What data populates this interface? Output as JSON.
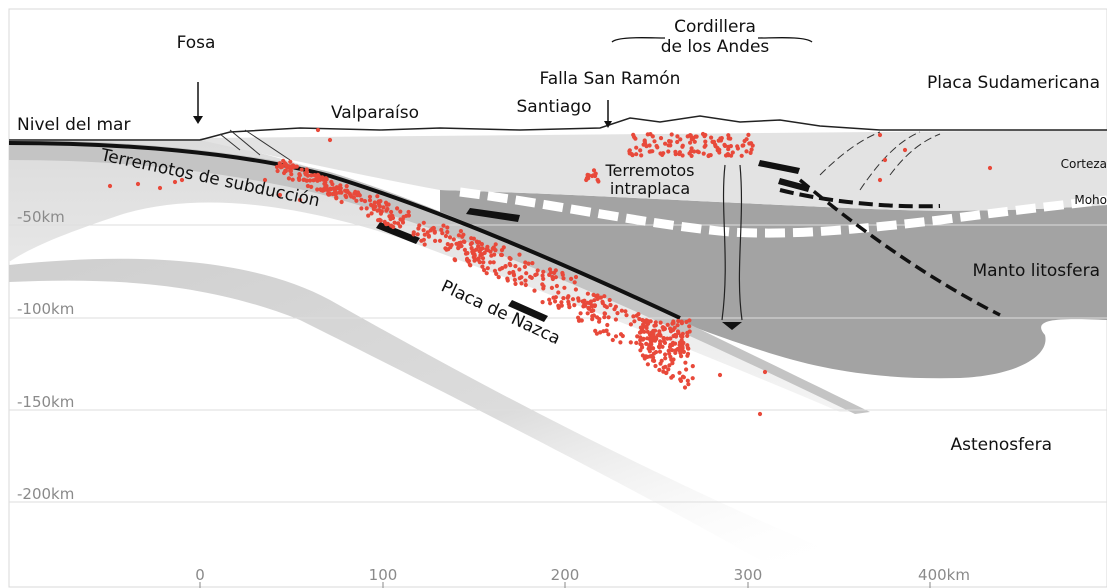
{
  "labels": {
    "trench": "Fosa",
    "andes_line1": "Cordillera",
    "andes_line2": "de los Andes",
    "san_ramon": "Falla San Ramón",
    "south_american_plate": "Placa Sudamericana",
    "sea_level": "Nivel del mar",
    "valparaiso": "Valparaíso",
    "santiago": "Santiago",
    "subduction_quakes": "Terremotos de subducción",
    "intraplate_line1": "Terremotos",
    "intraplate_line2": "intraplaca",
    "crust": "Corteza",
    "moho": "Moho",
    "lithospheric_mantle": "Manto litosfera",
    "nazca_plate": "Placa de Nazca",
    "asthenosphere": "Astenosfera"
  },
  "depth_axis": [
    "-50km",
    "-100km",
    "-150km",
    "-200km"
  ],
  "distance_axis": [
    "0",
    "100",
    "200",
    "300",
    "400km"
  ],
  "colors": {
    "quake": "#e8493a",
    "crust": "#e3e3e3",
    "mantle": "#a3a3a3",
    "slab": "#c4c4c4"
  }
}
